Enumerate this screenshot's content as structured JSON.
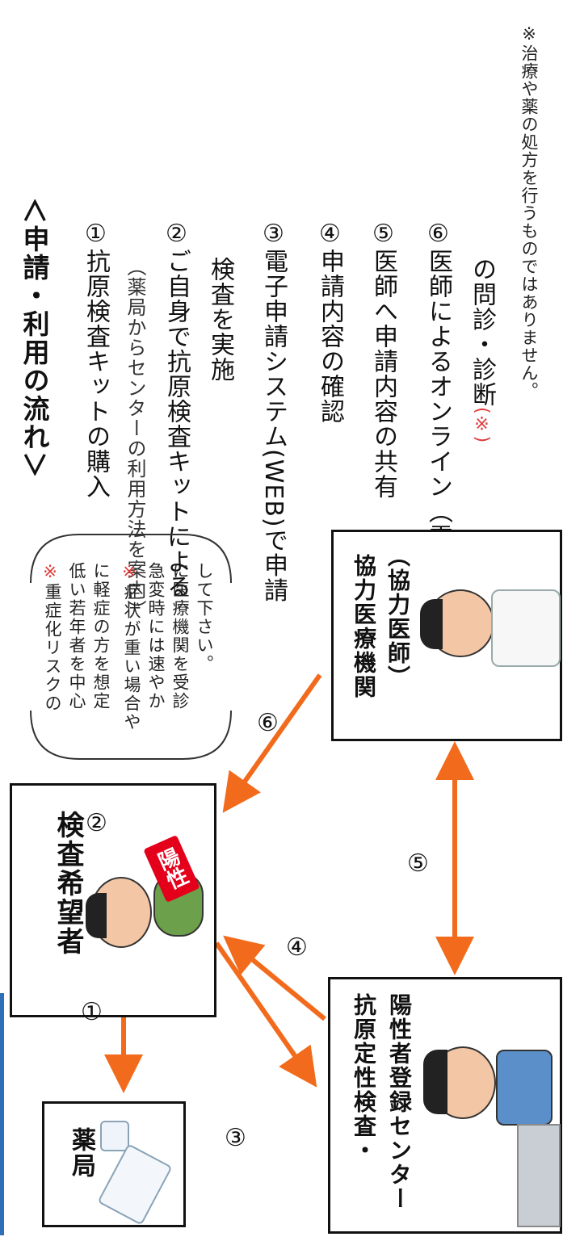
{
  "flow": {
    "title": "＜申請・利用の流れ＞",
    "steps": [
      {
        "num": "①",
        "text": "抗原検査キットの購入",
        "sub": "（薬局からセンターの利用方法を案内）"
      },
      {
        "num": "②",
        "text": "ご自身で抗原検査キットによる",
        "sub": "検査を実施"
      },
      {
        "num": "③",
        "text": "電子申請システム(WEB)で申請"
      },
      {
        "num": "④",
        "text": "申請内容の確認"
      },
      {
        "num": "⑤",
        "text": "医師へ申請内容の共有"
      },
      {
        "num": "⑥",
        "text": "医師によるオンライン（電話等）",
        "sub": "の問診・診断",
        "sub_mark": "(※)"
      }
    ],
    "footnote": "※治療や薬の処方を行うものではありません。"
  },
  "notes": {
    "mark": "※",
    "note1": [
      "重症化リスクの",
      "低い若年者を中心",
      "に軽症の方を想定"
    ],
    "note2": [
      "症状が重い場合や",
      "急変時には速やか",
      "に医療機関を受診",
      "して下さい。"
    ]
  },
  "boxes": {
    "pharmacy": "薬局",
    "applicant": "検査希望者",
    "applicant_num": "②",
    "positive_badge": "陽性",
    "doctor_line1": "協力医療機関",
    "doctor_line2": "（協力医師）",
    "center_line1": "抗原定性検査・",
    "center_line2": "陽性者登録センター"
  },
  "arrows": {
    "a1": "①",
    "a3": "③",
    "a4": "④",
    "a5": "⑤",
    "a6": "⑥"
  },
  "colors": {
    "arrow": "#f26b1d",
    "accent_red": "#e03c3c",
    "badge_red": "#e4001b",
    "border": "#111111"
  }
}
